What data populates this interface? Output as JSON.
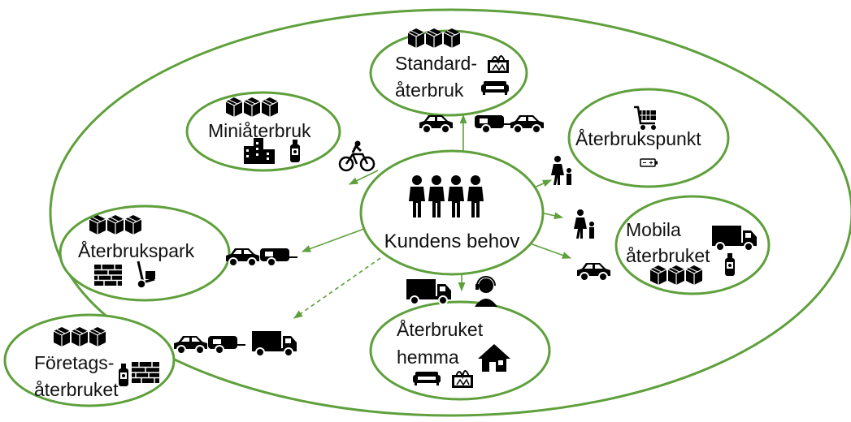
{
  "center": {
    "label": "Kundens behov",
    "icon": "family-group-icon"
  },
  "nodes": {
    "standard": {
      "line1": "Standard-",
      "line2": "återbruk",
      "icons": [
        "boxes-icon",
        "plant-box-icon",
        "sofa-icon"
      ]
    },
    "mini": {
      "line1": "Miniåterbruk",
      "icons": [
        "boxes-icon",
        "buildings-icon",
        "spray-can-icon"
      ]
    },
    "punkt": {
      "line1": "Återbrukspunkt",
      "icons": [
        "shopping-cart-icon",
        "battery-icon"
      ]
    },
    "park": {
      "line1": "Återbrukspark",
      "icons": [
        "boxes-icon",
        "bricks-icon",
        "hand-truck-icon"
      ]
    },
    "mobila": {
      "line1": "Mobila",
      "line2": "återbruket",
      "icons": [
        "truck-icon",
        "boxes-icon",
        "spray-can-icon"
      ]
    },
    "hemma": {
      "line1": "Återbruket",
      "line2": "hemma",
      "icons": [
        "house-icon",
        "sofa-icon",
        "plant-box-icon"
      ]
    },
    "foretag": {
      "line1": "Företags-",
      "line2": "återbruket",
      "icons": [
        "boxes-icon",
        "spray-can-icon",
        "bricks-icon"
      ]
    }
  },
  "transport_icons": [
    "car-icon",
    "car-with-trailer-icon",
    "bicycle-icon",
    "walking-parent-child-icon",
    "truck-icon",
    "headset-person-icon"
  ],
  "colors": {
    "ring": "#5fa03c",
    "arrow": "#5fa03c",
    "icon": "#000000",
    "background": "#ffffff"
  }
}
